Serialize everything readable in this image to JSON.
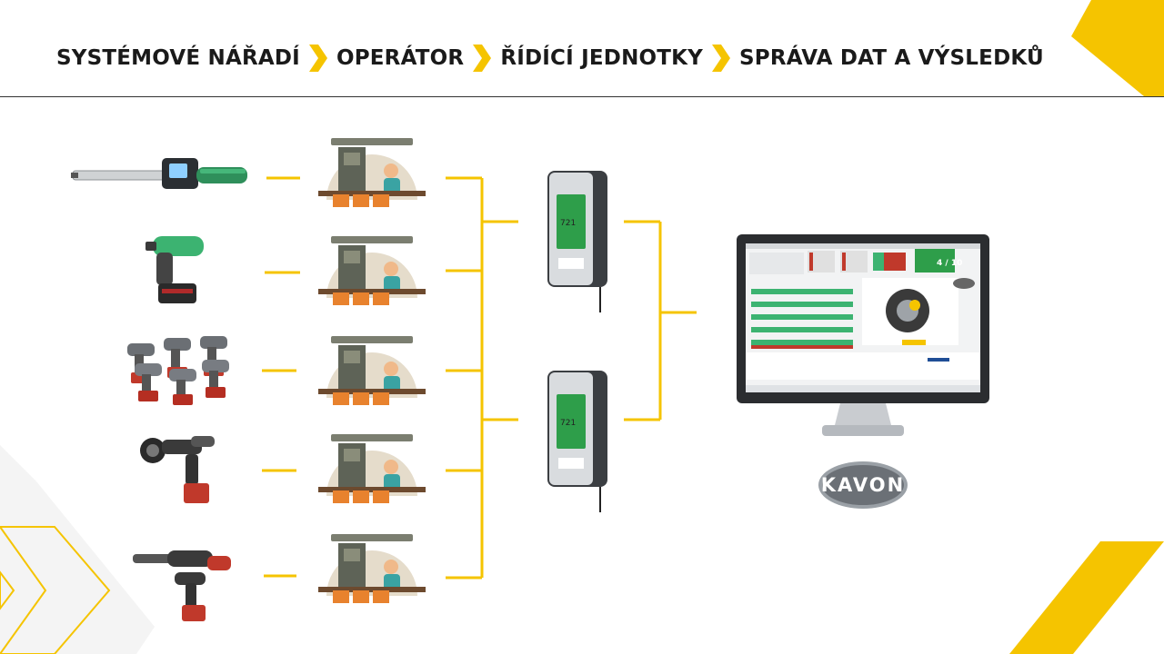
{
  "breadcrumb": {
    "step1": "SYSTÉMOVÉ NÁŘADÍ",
    "step2": "OPERÁTOR",
    "step3": "ŘÍDÍCÍ JEDNOTKY",
    "step4": "SPRÁVA DAT A VÝSLEDKŮ"
  },
  "colors": {
    "accent": "#f5c400",
    "text": "#1a1a1a",
    "tool_dark": "#3a3a3a",
    "tool_green": "#3cb371",
    "tool_red": "#c0392b",
    "operator_orange": "#e8822e",
    "controller_screen": "#2e9e4a"
  },
  "tools": [
    {
      "icon": "torque-wrench-icon"
    },
    {
      "icon": "impact-wrench-icon"
    },
    {
      "icon": "cordless-tools-group-icon"
    },
    {
      "icon": "angle-nutrunner-icon"
    },
    {
      "icon": "pistol-nutrunner-icon"
    }
  ],
  "controllers": [
    {
      "icon": "controller-unit-icon",
      "screen_value": "721"
    },
    {
      "icon": "controller-unit-icon",
      "screen_value": "721"
    }
  ],
  "monitor": {
    "counter": "4 / 10",
    "logo": "KAVON"
  }
}
